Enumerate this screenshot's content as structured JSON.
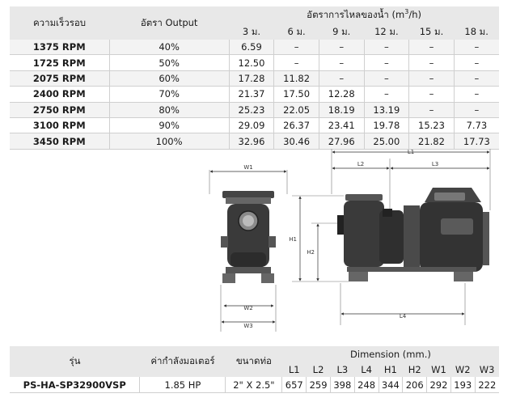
{
  "flow_table": {
    "header": {
      "speed": "ความเร็วรอบ",
      "output": "อัตรา Output",
      "flow_prefix": "อัตราการไหลของน้ำ (m",
      "flow_sup": "3",
      "flow_suffix": "/h)",
      "heads": [
        "3 ม.",
        "6 ม.",
        "9 ม.",
        "12 ม.",
        "15 ม.",
        "18 ม."
      ]
    },
    "rows": [
      {
        "speed": "1375 RPM",
        "output": "40%",
        "flows": [
          "6.59",
          "–",
          "–",
          "–",
          "–",
          "–"
        ]
      },
      {
        "speed": "1725 RPM",
        "output": "50%",
        "flows": [
          "12.50",
          "–",
          "–",
          "–",
          "–",
          "–"
        ]
      },
      {
        "speed": "2075 RPM",
        "output": "60%",
        "flows": [
          "17.28",
          "11.82",
          "–",
          "–",
          "–",
          "–"
        ]
      },
      {
        "speed": "2400 RPM",
        "output": "70%",
        "flows": [
          "21.37",
          "17.50",
          "12.28",
          "–",
          "–",
          "–"
        ]
      },
      {
        "speed": "2750 RPM",
        "output": "80%",
        "flows": [
          "25.23",
          "22.05",
          "18.19",
          "13.19",
          "–",
          "–"
        ]
      },
      {
        "speed": "3100 RPM",
        "output": "90%",
        "flows": [
          "29.09",
          "26.37",
          "23.41",
          "19.78",
          "15.23",
          "7.73"
        ]
      },
      {
        "speed": "3450 RPM",
        "output": "100%",
        "flows": [
          "32.96",
          "30.46",
          "27.96",
          "25.00",
          "21.82",
          "17.73"
        ]
      }
    ]
  },
  "drawing": {
    "labels": {
      "w1": "W1",
      "w2": "W2",
      "w3": "W3",
      "h1": "H1",
      "h2": "H2",
      "l1": "L1",
      "l2": "L2",
      "l3": "L3",
      "l4": "L4"
    }
  },
  "spec_table": {
    "header": {
      "model": "รุ่น",
      "motor": "ค่ากำลังมอเตอร์",
      "pipe": "ขนาดท่อ",
      "dimension": "Dimension (mm.)",
      "dims": [
        "L1",
        "L2",
        "L3",
        "L4",
        "H1",
        "H2",
        "W1",
        "W2",
        "W3"
      ]
    },
    "row": {
      "model": "PS-HA-SP32900VSP",
      "motor": "1.85 HP",
      "pipe": "2\" X 2.5\"",
      "dims": [
        "657",
        "259",
        "398",
        "248",
        "344",
        "206",
        "292",
        "193",
        "222"
      ]
    }
  }
}
